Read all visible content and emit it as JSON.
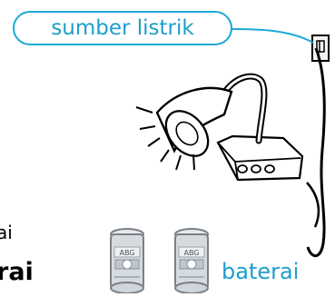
{
  "labels": {
    "power_source": "sumber listrik",
    "batteries": "baterai",
    "battery_brand": "ABG",
    "cut_text_top": "ai",
    "cut_text_bottom": "rai"
  },
  "colors": {
    "accent_blue": "#1d9ecd",
    "border_blue": "#1da9d6",
    "line": "#000000",
    "lamp_fill": "#ffffff",
    "battery_fill": "#d6dbdf"
  },
  "icons": {
    "lamp": "desk-lamp-icon",
    "outlet": "power-outlet-icon",
    "battery": "battery-icon"
  }
}
